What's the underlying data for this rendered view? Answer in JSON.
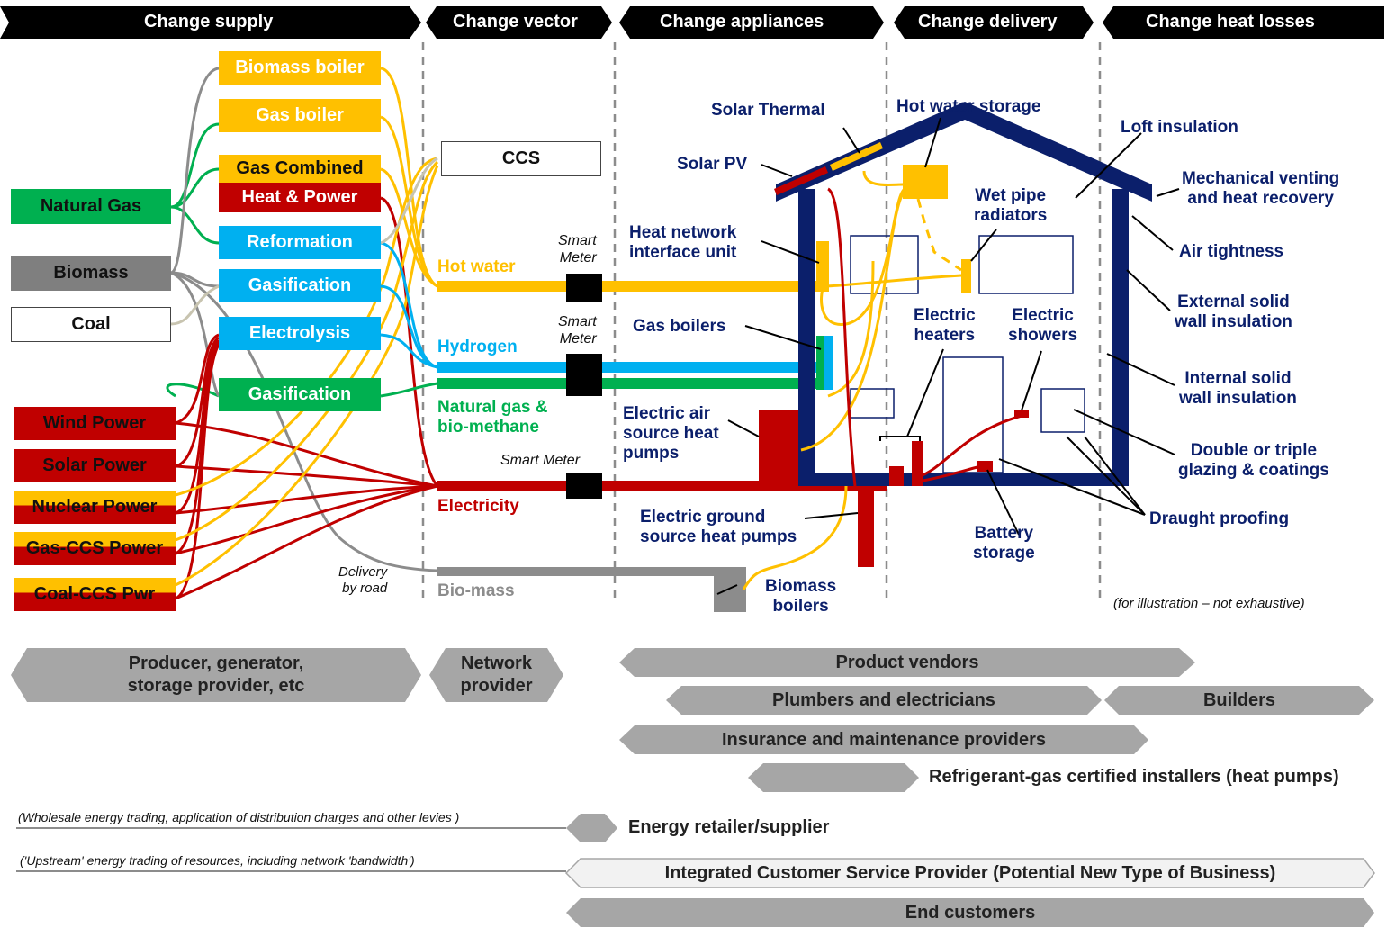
{
  "headers": [
    "Change supply",
    "Change vector",
    "Change appliances",
    "Change delivery",
    "Change heat losses"
  ],
  "sources": {
    "natural_gas": "Natural Gas",
    "biomass": "Biomass",
    "coal": "Coal"
  },
  "conversion": {
    "biomass_boiler": "Biomass boiler",
    "gas_boiler": "Gas boiler",
    "gas_combined": "Gas Combined",
    "heat_power": "Heat & Power",
    "reformation": "Reformation",
    "gasification_1": "Gasification",
    "electrolysis": "Electrolysis",
    "gasification_2": "Gasification"
  },
  "power": {
    "wind": "Wind Power",
    "solar": "Solar Power",
    "nuclear": "Nuclear Power",
    "gas_ccs": "Gas-CCS Power",
    "coal_ccs": "Coal-CCS Pwr"
  },
  "ccs": "CCS",
  "delivery_by_road": "Delivery\nby road",
  "vectors": {
    "hot_water": "Hot water",
    "hydrogen": "Hydrogen",
    "natural_gas": "Natural gas &\nbio-methane",
    "electricity": "Electricity",
    "biomass": "Bio-mass"
  },
  "meters": {
    "m1": "Smart\nMeter",
    "m2": "Smart\nMeter",
    "m3": "Smart Meter"
  },
  "appliances": {
    "solar_thermal": "Solar Thermal",
    "solar_pv": "Solar PV",
    "hot_water_storage": "Hot water storage",
    "heat_network": "Heat network\ninterface unit",
    "wet_pipe": "Wet pipe\nradiators",
    "gas_boilers": "Gas boilers",
    "electric_heaters": "Electric\nheaters",
    "electric_showers": "Electric\nshowers",
    "air_source": "Electric air\nsource heat\npumps",
    "ground_source": "Electric ground\nsource heat pumps",
    "battery": "Battery\nstorage",
    "biomass_boilers": "Biomass\nboilers"
  },
  "heat_losses": {
    "loft": "Loft insulation",
    "mech_vent": "Mechanical venting\nand heat recovery",
    "air_tight": "Air tightness",
    "ext_wall": "External solid\nwall insulation",
    "int_wall": "Internal solid\nwall insulation",
    "glazing": "Double or triple\nglazing & coatings",
    "draught": "Draught proofing"
  },
  "illustration_note": "(for illustration – not exhaustive)",
  "actors": {
    "producer": "Producer, generator,\nstorage provider, etc",
    "network": "Network\nprovider",
    "vendors": "Product vendors",
    "plumbers": "Plumbers and electricians",
    "builders": "Builders",
    "insurance": "Insurance and maintenance providers",
    "refrigerant": "Refrigerant-gas certified installers (heat pumps)",
    "retailer": "Energy retailer/supplier",
    "integrated": "Integrated Customer Service Provider (Potential New Type of Business)",
    "customers": "End customers"
  },
  "notes": {
    "wholesale": "(Wholesale energy trading, application of distribution charges and other levies )",
    "upstream": "('Upstream' energy trading of resources, including network 'bandwidth')"
  },
  "colors": {
    "yellow": "#ffc000",
    "green": "#00b050",
    "red": "#c00000",
    "blue": "#00b0f0",
    "grey": "#7f7f7f",
    "navy": "#0b1f6b",
    "header": "#000000",
    "bar": "#a6a6a6"
  }
}
